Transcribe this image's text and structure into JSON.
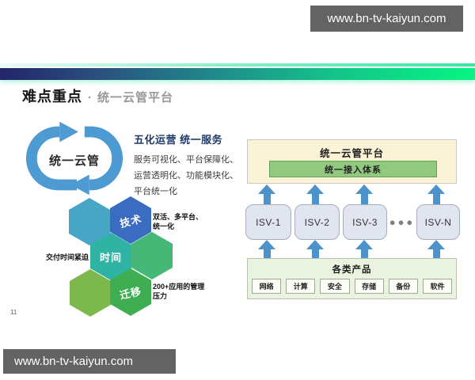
{
  "watermarks": {
    "top": "www.bn-tv-kaiyun.com",
    "bottom": "www.bn-tv-kaiyun.com"
  },
  "header": {
    "title": "难点重点",
    "separator": "·",
    "subtitle": "统一云管平台"
  },
  "page_number": "11",
  "left_panel": {
    "cycle_label": "统一云管",
    "ops_heading": "五化运营 统一服务",
    "ops_lines": [
      "服务可视化、平台保障化、",
      "运营透明化、功能模块化、",
      "平台统一化"
    ],
    "hexagons": [
      {
        "label": "",
        "color": "#47a6c6"
      },
      {
        "label": "技术",
        "color": "#3a6cc2"
      },
      {
        "label": "时间",
        "color": "#2fb3a3"
      },
      {
        "label": "",
        "color": "#45b878"
      },
      {
        "label": "",
        "color": "#7cb84b"
      },
      {
        "label": "迁移",
        "color": "#3fae52"
      }
    ],
    "notes": {
      "tech": "双活、多平台、统一化",
      "time": "交付时间紧迫",
      "migrate": "200+应用的管理压力"
    }
  },
  "right_panel": {
    "platform_title": "统一云管平台",
    "access_system": "统一接入体系",
    "isv_boxes": [
      "ISV-1",
      "ISV-2",
      "ISV-3",
      "ISV-N"
    ],
    "ellipsis": "●●●",
    "products_title": "各类产品",
    "products": [
      "网络",
      "计算",
      "安全",
      "存储",
      "备份",
      "软件"
    ]
  },
  "colors": {
    "cycle_blue": "#4e9ad3",
    "arrow_blue": "#4c93cb",
    "platform_bg": "#faf3d6",
    "access_green": "#91c97f",
    "isv_bg": "#e0e5f0",
    "products_bg": "#eaf2e0",
    "gradient_left": "#23246a",
    "gradient_right": "#05f583",
    "heading_navy": "#1f3a68",
    "watermark_gray": "#636363"
  }
}
